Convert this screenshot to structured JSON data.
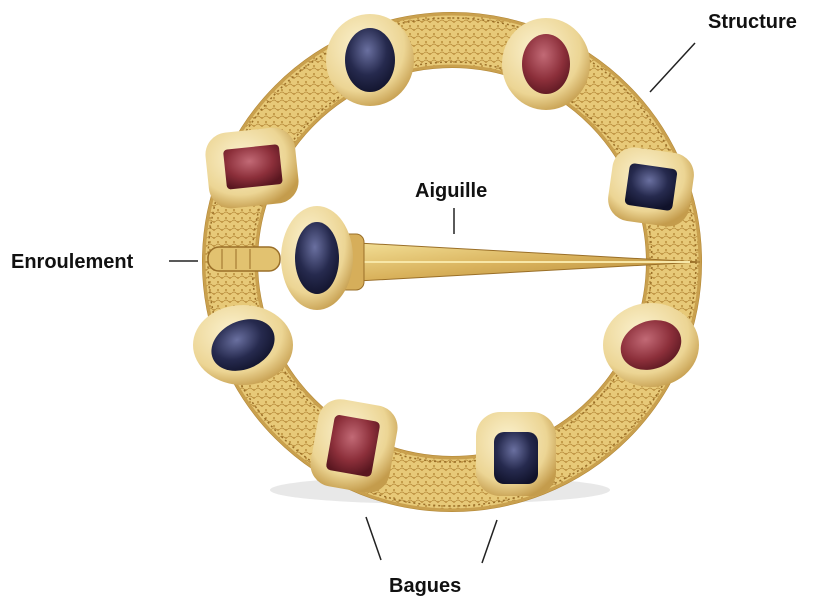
{
  "labels": {
    "structure": "Structure",
    "aiguille": "Aiguille",
    "enroulement": "Enroulement",
    "bagues": "Bagues"
  },
  "colors": {
    "gold_light": "#f2dc8c",
    "gold_mid": "#d8b05a",
    "gold_dark": "#a67a2c",
    "bezel": "#f3e3b0",
    "garnet": "#8c2f3a",
    "garnet_light": "#b75c6a",
    "sapphire": "#262a4e",
    "sapphire_light": "#5a6090",
    "leader_line": "#222222",
    "shadow": "#e6e6e6"
  },
  "stones": [
    {
      "name": "stone-top-left",
      "type": "sapphire",
      "shape": "oval"
    },
    {
      "name": "stone-top-right",
      "type": "garnet",
      "shape": "oval"
    },
    {
      "name": "stone-upper-left",
      "type": "garnet",
      "shape": "rect"
    },
    {
      "name": "stone-upper-right",
      "type": "sapphire",
      "shape": "rect"
    },
    {
      "name": "stone-lower-left",
      "type": "sapphire",
      "shape": "oval"
    },
    {
      "name": "stone-lower-right",
      "type": "garnet",
      "shape": "oval"
    },
    {
      "name": "stone-bottom-left",
      "type": "garnet",
      "shape": "rect"
    },
    {
      "name": "stone-bottom-right",
      "type": "sapphire",
      "shape": "rect"
    },
    {
      "name": "stone-pin-head",
      "type": "sapphire",
      "shape": "oval"
    }
  ]
}
